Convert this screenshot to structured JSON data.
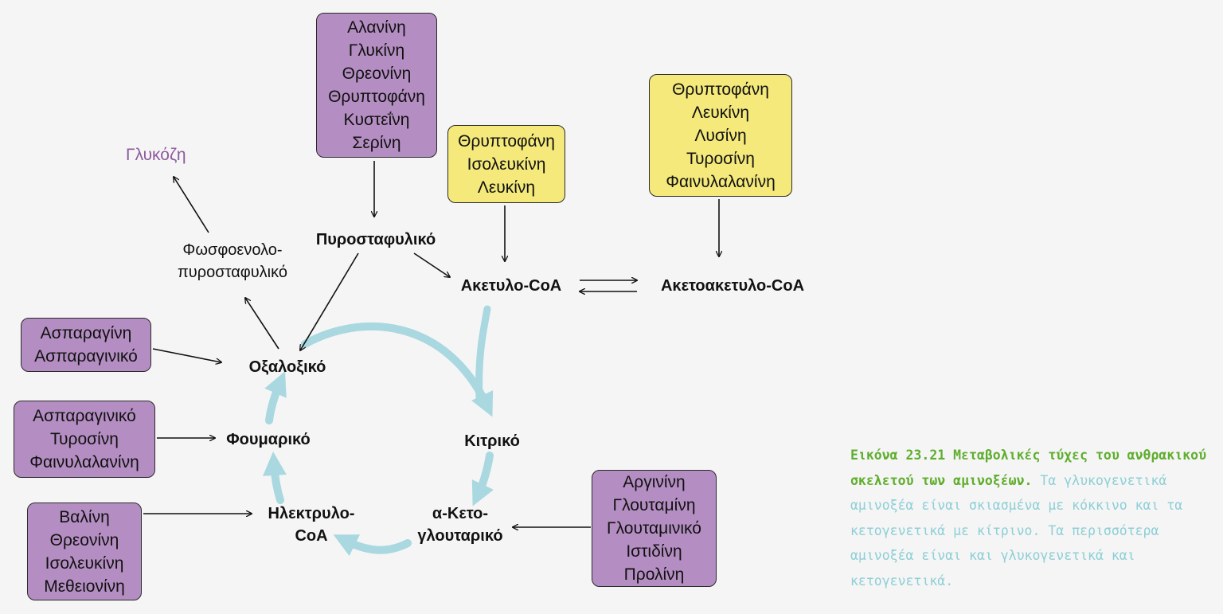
{
  "glucose": "Γλυκόζη",
  "boxes": {
    "pyruvate_sources": [
      "Αλανίνη",
      "Γλυκίνη",
      "Θρεονίνη",
      "Θρυπτοφάνη",
      "Κυστεΐνη",
      "Σερίνη"
    ],
    "acetyl_sources": [
      "Θρυπτοφάνη",
      "Ισολευκίνη",
      "Λευκίνη"
    ],
    "acetoacetyl_sources": [
      "Θρυπτοφάνη",
      "Λευκίνη",
      "Λυσίνη",
      "Τυροσίνη",
      "Φαινυλαλανίνη"
    ],
    "oxaloacetate_sources": [
      "Ασπαραγίνη",
      "Ασπαραγινικό"
    ],
    "fumarate_sources": [
      "Ασπαραγινικό",
      "Τυροσίνη",
      "Φαινυλαλανίνη"
    ],
    "succinyl_sources": [
      "Βαλίνη",
      "Θρεονίνη",
      "Ισολευκίνη",
      "Μεθειονίνη"
    ],
    "ketoglutarate_sources": [
      "Αργινίνη",
      "Γλουταμίνη",
      "Γλουταμινικό",
      "Ιστιδίνη",
      "Προλίνη"
    ]
  },
  "nodes": {
    "pep_line1": "Φωσφοενολο-",
    "pep_line2": "πυροσταφυλικό",
    "pyruvate": "Πυροσταφυλικό",
    "acetyl_coa": "Ακετυλο-CoA",
    "acetoacetyl_coa": "Ακετοακετυλο-CoA",
    "oxaloacetate": "Οξαλοξικό",
    "citrate": "Κιτρικό",
    "fumarate": "Φουμαρικό",
    "succinyl_line1": "Ηλεκτρυλο-",
    "succinyl_line2": "CoA",
    "ketoglutarate_line1": "α-Κετο-",
    "ketoglutarate_line2": "γλουταρικό"
  },
  "caption": {
    "title": "Εικόνα 23.21 Μεταβολικές τύχες του ανθρακικού σκελετού των αμινοξέων.",
    "body": "Τα γλυκογενετικά αμινοξέα είναι σκιασμένα με κόκκινο και τα κετογενετικά με κίτρινο. Τα περισσότερα  αμινοξέα είναι και γλυκογενετικά και κετογενετικά."
  },
  "colors": {
    "glucogenic_box": "#b48ec2",
    "ketogenic_box": "#f4e97a",
    "cycle_arrow": "#a9d8e0",
    "glucose_text": "#8e5a9e",
    "caption_title": "#5fae2e",
    "caption_body": "#8dcfd6"
  }
}
